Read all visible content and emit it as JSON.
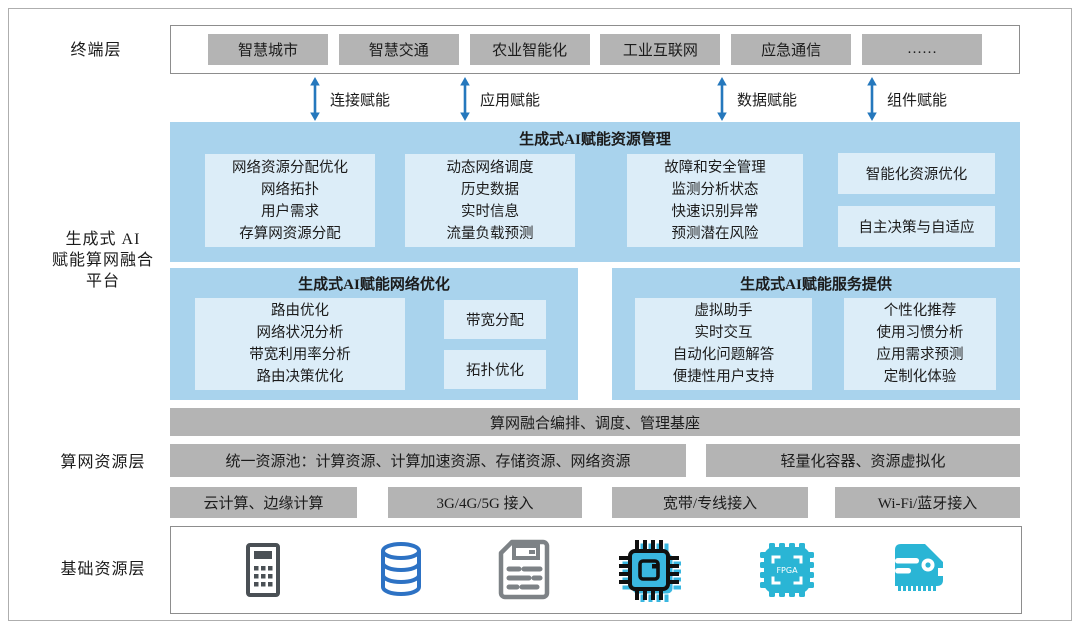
{
  "diagram": {
    "terminal_layer": {
      "label": "终端层",
      "items": [
        "智慧城市",
        "智慧交通",
        "农业智能化",
        "工业互联网",
        "应急通信",
        "……"
      ]
    },
    "enable_arrows": [
      "连接赋能",
      "应用赋能",
      "数据赋能",
      "组件赋能"
    ],
    "platform_label": {
      "line1": "生成式 AI",
      "line2": "赋能算网融合",
      "line3": "平台"
    },
    "resource_mgmt": {
      "title": "生成式AI赋能资源管理",
      "group1": [
        "网络资源分配优化",
        "网络拓扑",
        "用户需求",
        "存算网资源分配"
      ],
      "group2": [
        "动态网络调度",
        "历史数据",
        "实时信息",
        "流量负载预测"
      ],
      "group3": [
        "故障和安全管理",
        "监测分析状态",
        "快速识别异常",
        "预测潜在风险"
      ],
      "single1": "智能化资源优化",
      "single2": "自主决策与自适应"
    },
    "network_opt": {
      "title": "生成式AI赋能网络优化",
      "group": [
        "路由优化",
        "网络状况分析",
        "带宽利用率分析",
        "路由决策优化"
      ],
      "single1": "带宽分配",
      "single2": "拓扑优化"
    },
    "service_provision": {
      "title": "生成式AI赋能服务提供",
      "group1": [
        "虚拟助手",
        "实时交互",
        "自动化问题解答",
        "便捷性用户支持"
      ],
      "group2": [
        "个性化推荐",
        "使用习惯分析",
        "应用需求预测",
        "定制化体验"
      ]
    },
    "resource_layer": {
      "label": "算网资源层",
      "orchestration": "算网融合编排、调度、管理基座",
      "pool": "统一资源池：计算资源、计算加速资源、存储资源、网络资源",
      "container": "轻量化容器、资源虚拟化",
      "access": [
        "云计算、边缘计算",
        "3G/4G/5G 接入",
        "宽带/专线接入",
        "Wi-Fi/蓝牙接入"
      ]
    },
    "infra_layer": {
      "label": "基础资源层",
      "icons": [
        "calculator-icon",
        "database-icon",
        "storage-server-icon",
        "cpu-icon",
        "fpga-icon",
        "memory-card-icon"
      ],
      "fpga_text": "FPGA"
    }
  },
  "colors": {
    "panel_blue": "#a9d3ed",
    "inner_blue": "#dcedf8",
    "bar_gray": "#b4b4b4",
    "arrow_blue": "#2578bd",
    "icon_cyan": "#2ab5d5",
    "icon_db_blue": "#2d72c4",
    "icon_gray": "#7d8286"
  }
}
